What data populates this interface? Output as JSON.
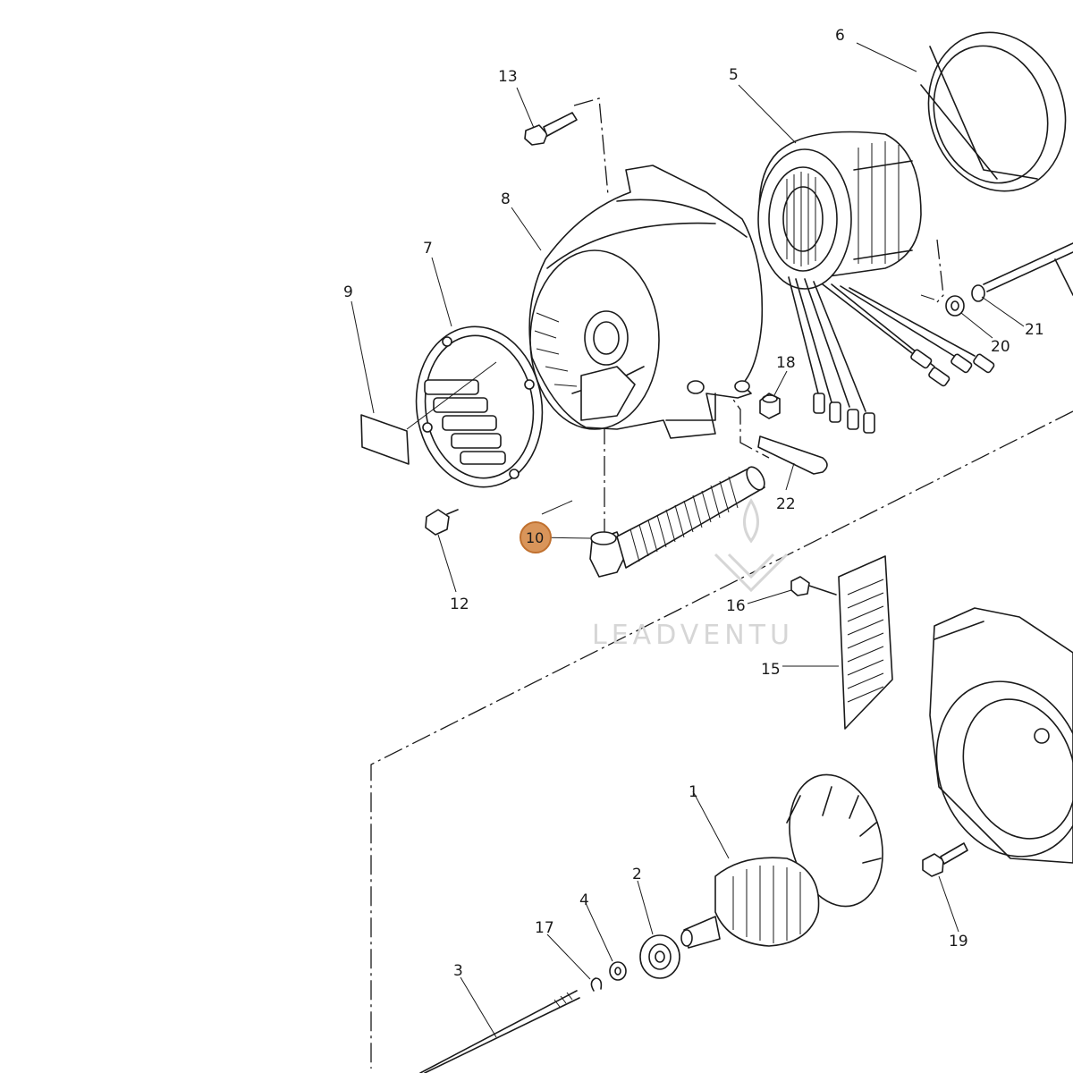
{
  "watermark": {
    "text": "LEADVENTU"
  },
  "highlight": {
    "part_number": "10",
    "color": "#d9955a",
    "border_color": "#c0702e"
  },
  "colors": {
    "ink": "#1a1a1a",
    "background": "#ffffff",
    "watermark": "#d6d6d6"
  },
  "labels": {
    "p1": "1",
    "p2": "2",
    "p3": "3",
    "p4": "4",
    "p5": "5",
    "p6": "6",
    "p7": "7",
    "p8": "8",
    "p9": "9",
    "p10": "10",
    "p12": "12",
    "p13": "13",
    "p15": "15",
    "p16": "16",
    "p17": "17",
    "p18": "18",
    "p19": "19",
    "p20": "20",
    "p21": "21",
    "p22": "22"
  }
}
